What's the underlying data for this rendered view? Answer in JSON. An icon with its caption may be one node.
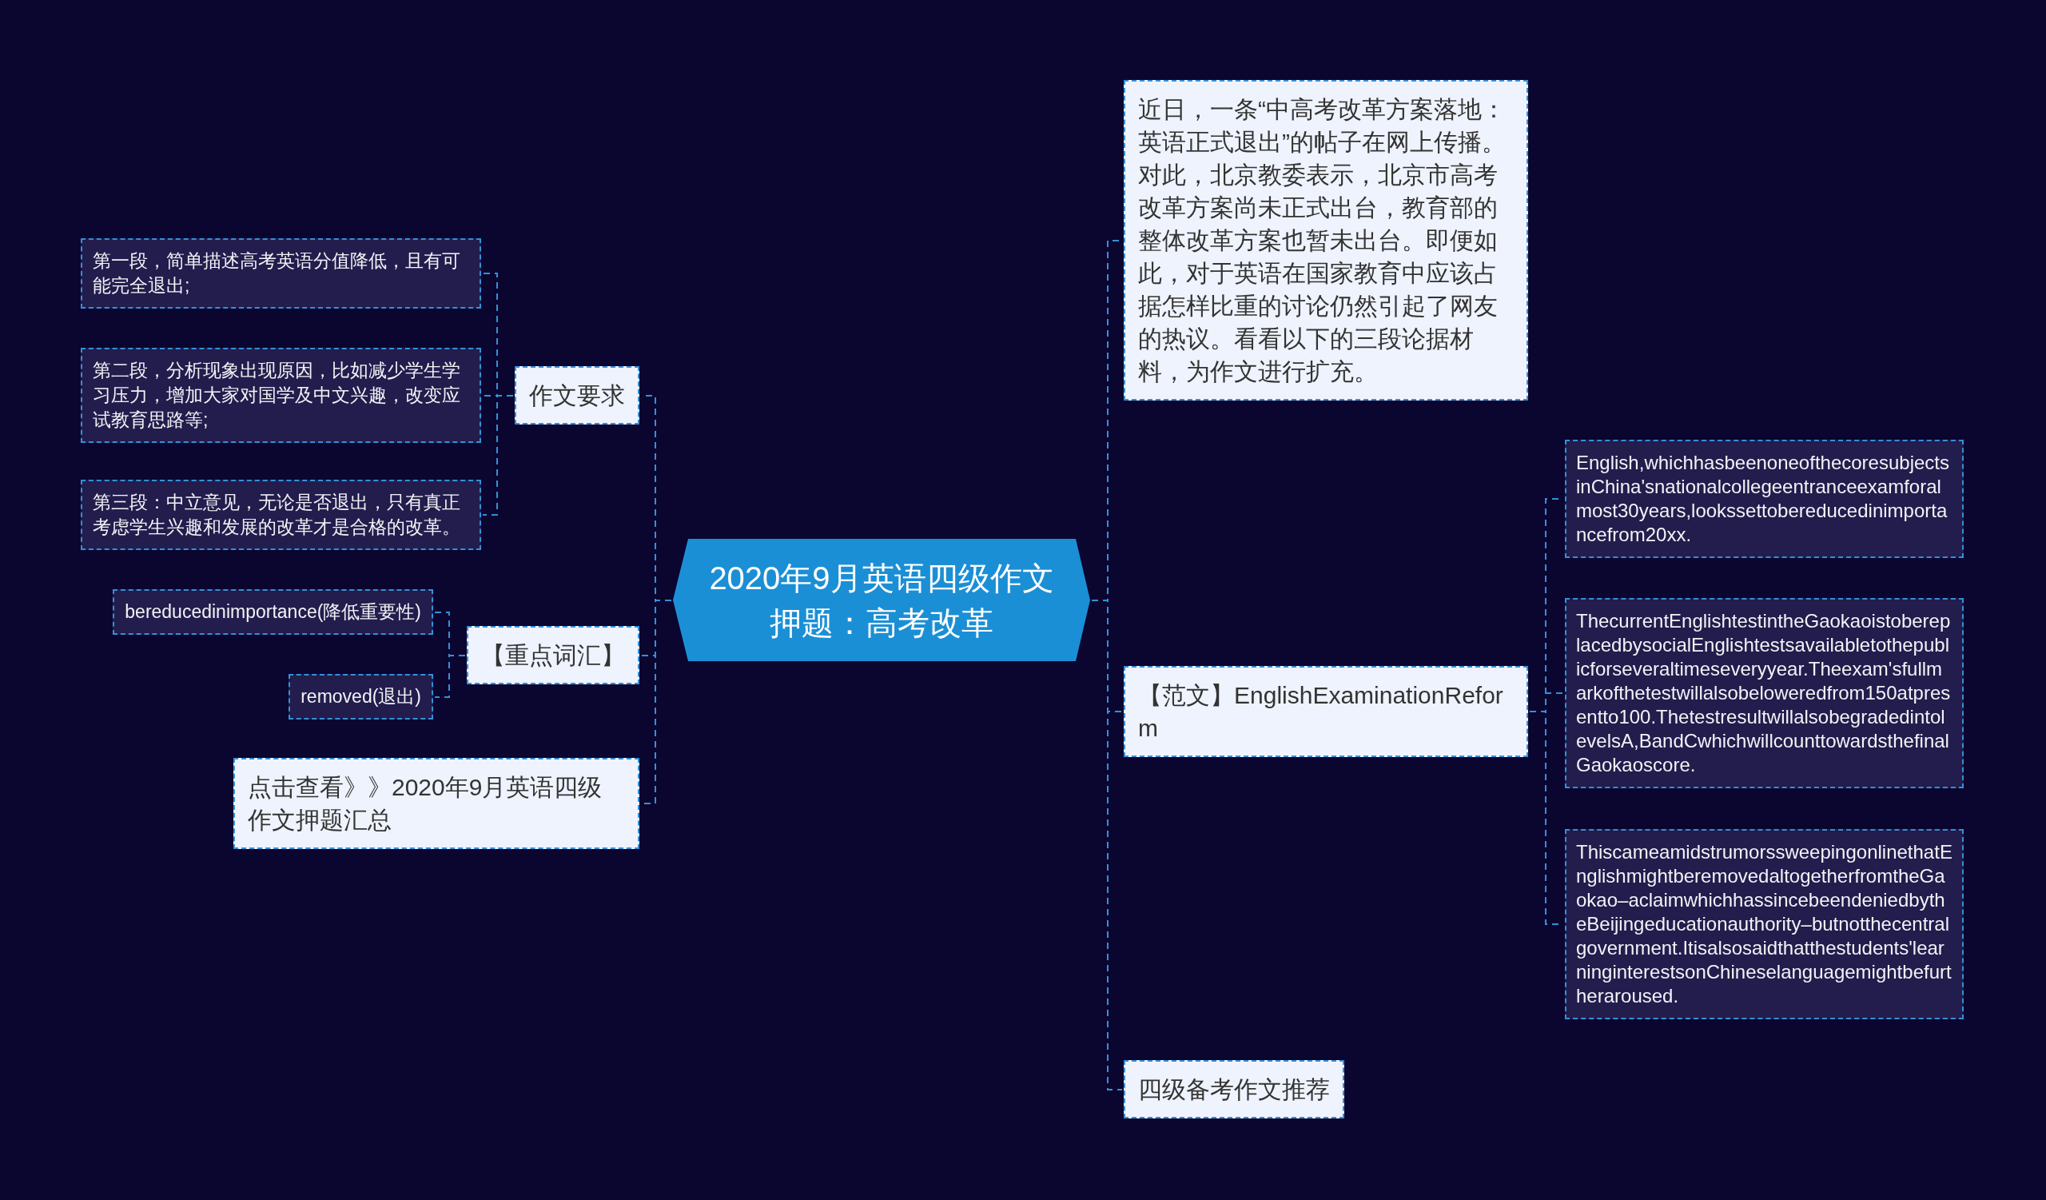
{
  "diagram": {
    "nodes": [
      {
        "text": [
          "2020年9月英语四级作文押题：高考改革"
        ]
      },
      {
        "text": [
          "作文要求"
        ]
      },
      {
        "text": [
          "第一段，简单描述高考英语分值降低，且有可能完全退出;"
        ]
      },
      {
        "text": [
          "第二段，分析现象出现原因，比如减少学生学习压力，增加大家对国学及中文兴趣，改变应试教育思路等;"
        ]
      },
      {
        "text": [
          "第三段：中立意见，无论是否退出，只有真正考虑学生兴趣和发展的改革才是合格的改革。"
        ]
      },
      {
        "text": [
          "【重点词汇】"
        ]
      },
      {
        "text": [
          "bereducedinimportance(降低重要性)"
        ]
      },
      {
        "text": [
          "removed(退出)"
        ]
      },
      {
        "text": [
          "点击查看》》2020年9月英语四级作文押题汇总"
        ]
      },
      {
        "text": [
          "近日，一条“中高考改革方案落地：英语正式退出”的帖子在网上传播。对此，北京教委表示，北京市高考改革方案尚未正式出台，教育部的整体改革方案也暂未出台。即便如此，对于英语在国家教育中应该占据怎样比重的讨论仍然引起了网友的热议。看看以下的三段论据材料，为作文进行扩充。"
        ]
      },
      {
        "text": [
          "【范文】EnglishExaminationReform"
        ]
      },
      {
        "text": [
          "English,whichhasbeenoneofthecoresubjectsinChina'snationalcollegeentranceexamforalmost30years,lookssettobereducedinimportancefrom20xx."
        ]
      },
      {
        "text": [
          "ThecurrentEnglishtestintheGaokaoistobereplacedbysocialEnglishtestsavailabletothepublicforseveraltimeseveryyear.Theexam'sfullmarkofthetestwillalsobeloweredfrom150atpresentto100.ThetestresultwillalsobegradedintolevelsA,BandCwhichwillcounttowardsthefinalGaokaoscore."
        ]
      },
      {
        "text": [
          "ThiscameamidstrumorssweepingonlinethatEnglishmightberemovedaltogetherfromtheGaokao–aclaimwhichhassincebeendeniedbytheBeijingeducationauthority–butnotthecentralgovernment.Itisalsosaidthatthestudents'learninginterestsonChineselanguagemightbefurtheraroused."
        ]
      },
      {
        "text": [
          "四级备考作文推荐"
        ]
      }
    ],
    "edges": [
      {
        "from": 0,
        "to": 1,
        "arrow": "none"
      },
      {
        "from": 1,
        "to": 2,
        "arrow": "none"
      },
      {
        "from": 1,
        "to": 3,
        "arrow": "none"
      },
      {
        "from": 1,
        "to": 4,
        "arrow": "none"
      },
      {
        "from": 0,
        "to": 5,
        "arrow": "none"
      },
      {
        "from": 5,
        "to": 6,
        "arrow": "none"
      },
      {
        "from": 5,
        "to": 7,
        "arrow": "none"
      },
      {
        "from": 0,
        "to": 8,
        "arrow": "none"
      },
      {
        "from": 0,
        "to": 9,
        "arrow": "none"
      },
      {
        "from": 0,
        "to": 10,
        "arrow": "none"
      },
      {
        "from": 10,
        "to": 11,
        "arrow": "none"
      },
      {
        "from": 10,
        "to": 12,
        "arrow": "none"
      },
      {
        "from": 10,
        "to": 13,
        "arrow": "none"
      },
      {
        "from": 0,
        "to": 14,
        "arrow": "none"
      }
    ]
  }
}
